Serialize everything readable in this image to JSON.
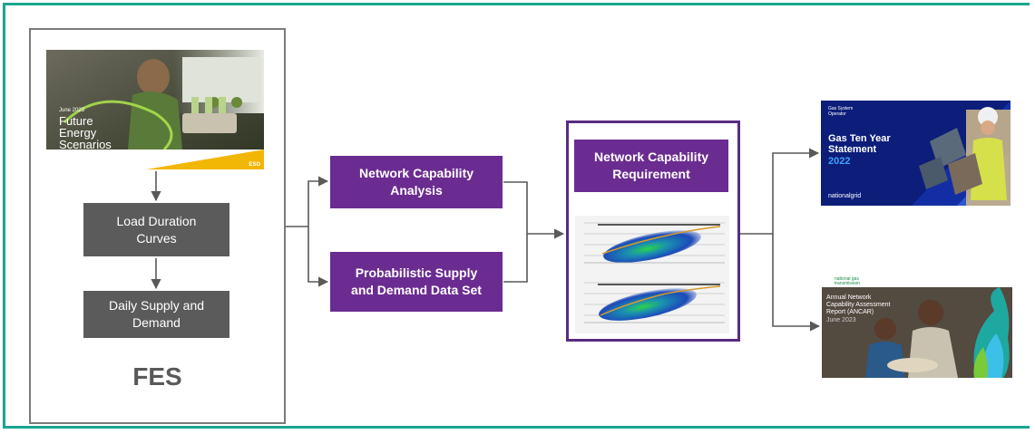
{
  "fes": {
    "cover": {
      "date": "June 2023",
      "title": "Future\nEnergy\nScenarios",
      "badge": "ESO"
    },
    "steps": [
      "Load Duration\nCurves",
      "Daily Supply and\nDemand"
    ],
    "label": "FES"
  },
  "analysis": {
    "capability_analysis": "Network Capability\nAnalysis",
    "probabilistic": "Probabilistic Supply\nand Demand Data Set"
  },
  "requirement": {
    "title": "Network Capability\nRequirement"
  },
  "outputs": {
    "gtys": {
      "operator": "Gas System\nOperator",
      "title": "Gas Ten Year\nStatement",
      "year": "2022",
      "brand": "nationalgrid"
    },
    "ancar": {
      "brand": "national gas\ntransmission",
      "title": "Annual Network\nCapability Assessment\nReport (ANCAR)",
      "date": "June 2023"
    }
  },
  "colors": {
    "frame": "#1aa58f",
    "purple": "#6b2c91",
    "gray_box": "#5b5b5b",
    "gtys_bg": "#0c1e7a",
    "eso_yellow": "#f2b705"
  }
}
